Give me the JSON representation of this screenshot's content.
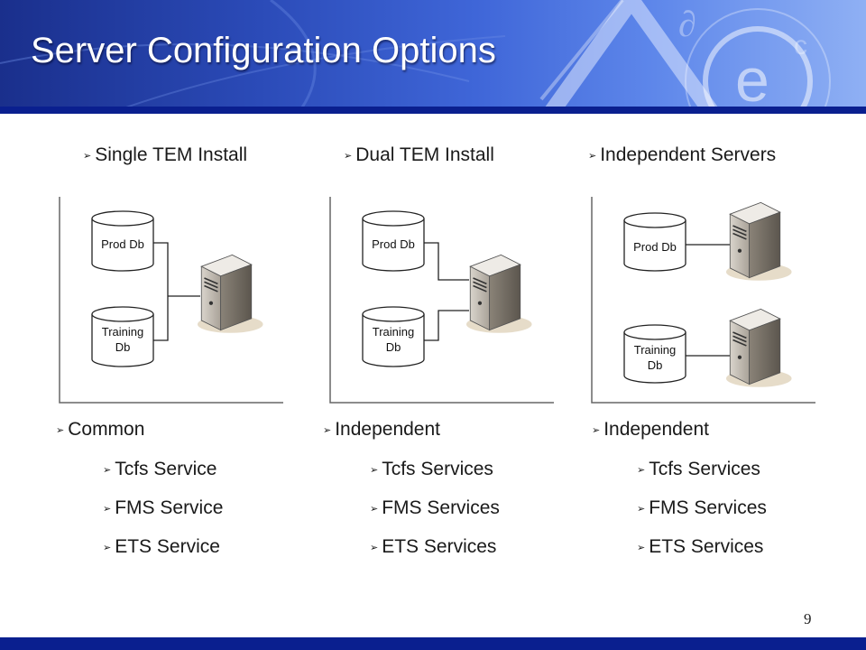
{
  "title": "Server Configuration Options",
  "page_number": "9",
  "bullet_icon": "arrow-bullet",
  "colors": {
    "header_bar": "#0a1f8f",
    "header_gradient_start": "#1a2f8c",
    "header_gradient_end": "#8fb0f4"
  },
  "columns": [
    {
      "heading": "Single TEM Install",
      "db_labels": [
        "Prod Db",
        "Training Db"
      ],
      "group": "Common",
      "services": [
        "Tcfs Service",
        "FMS Service",
        "ETS Service"
      ]
    },
    {
      "heading": "Dual TEM Install",
      "db_labels": [
        "Prod Db",
        "Training Db"
      ],
      "group": "Independent",
      "services": [
        "Tcfs Services",
        "FMS Services",
        "ETS Services"
      ]
    },
    {
      "heading": "Independent Servers",
      "db_labels": [
        "Prod Db",
        "Training Db"
      ],
      "group": "Independent",
      "services": [
        "Tcfs Services",
        "FMS Services",
        "ETS Services"
      ]
    }
  ]
}
